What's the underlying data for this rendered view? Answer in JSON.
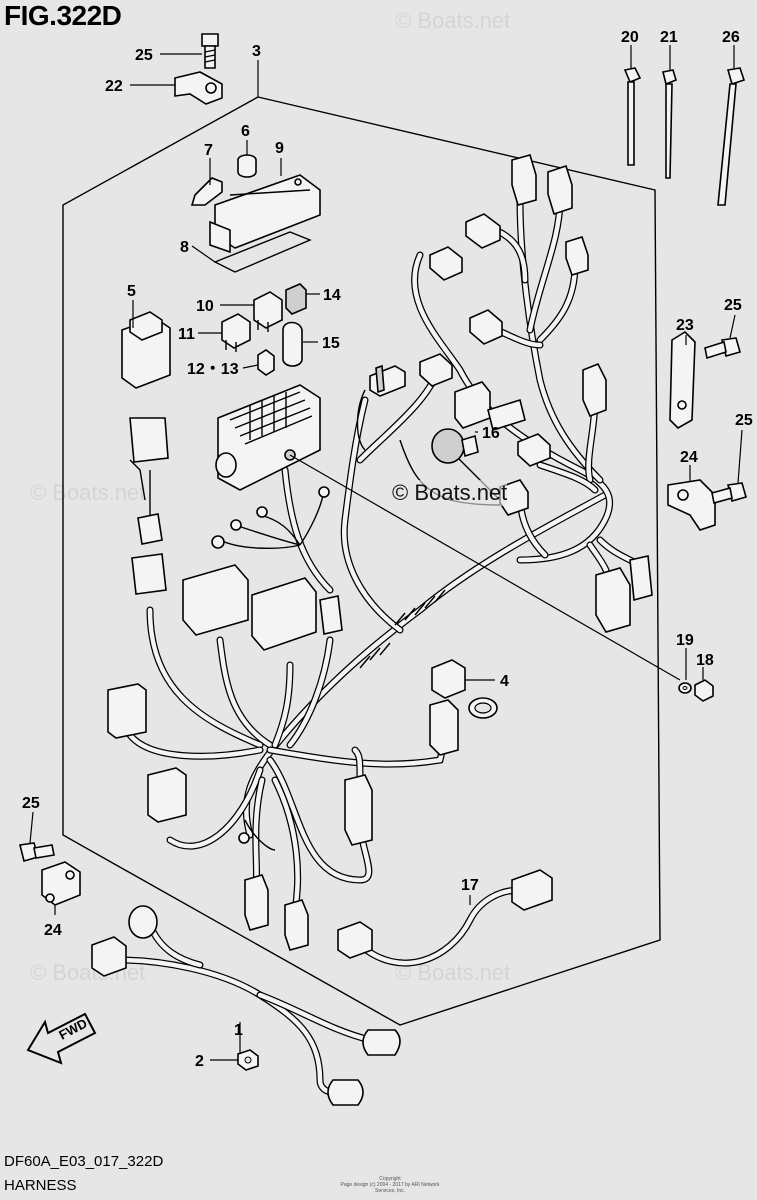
{
  "figure": {
    "title": "FIG.322D",
    "code": "DF60A_E03_017_322D",
    "name": "HARNESS",
    "copyright_line1": "Copyright",
    "copyright_line2": "Page design (c) 2004 - 2017 by ARI Network Services, Inc."
  },
  "watermarks": {
    "main": "© Boats.net",
    "faint": "© Boats.net"
  },
  "fwd_label": "FWD",
  "callouts": {
    "c1": "1",
    "c2": "2",
    "c3": "3",
    "c4": "4",
    "c5": "5",
    "c6": "6",
    "c7": "7",
    "c8": "8",
    "c9": "9",
    "c10": "10",
    "c11": "11",
    "c12_13": "12・13",
    "c14": "14",
    "c15": "15",
    "c16": "16",
    "c17": "17",
    "c18": "18",
    "c19": "19",
    "c20": "20",
    "c21": "21",
    "c22": "22",
    "c23": "23",
    "c24a": "24",
    "c24b": "24",
    "c25a": "25",
    "c25b": "25",
    "c25c": "25",
    "c25d": "25",
    "c26": "26"
  }
}
